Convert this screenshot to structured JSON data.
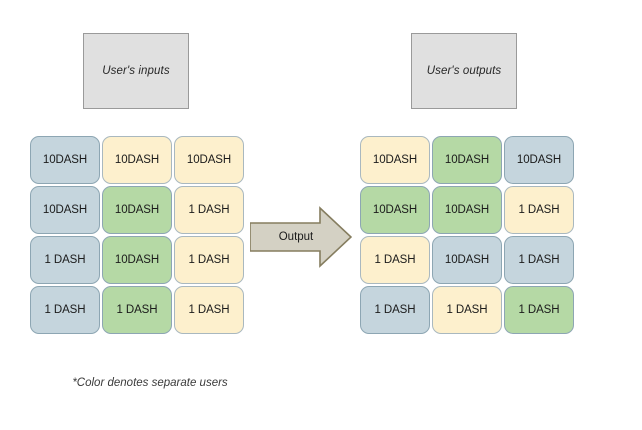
{
  "diagram": {
    "title_boxes": {
      "inputs_label": "User's inputs",
      "outputs_label": "User's outputs"
    },
    "arrow": {
      "label": "Output",
      "fill_color": "#d4d1c4",
      "border_color": "#857d5f",
      "direction": "right"
    },
    "footnote": "*Color denotes separate users",
    "legend_colors": {
      "user_blue": "#c5d5dd",
      "user_green": "#b5d9a5",
      "user_yellow": "#fdf0cd",
      "cell_border": "#8ba3b0",
      "box_fill": "#e0e0e0",
      "box_border": "#9a9a9a"
    },
    "grids": [
      {
        "name": "inputs-grid",
        "rows": 4,
        "cols": 3,
        "cells": [
          {
            "label": "10DASH",
            "color": "blue"
          },
          {
            "label": "10DASH",
            "color": "yellow"
          },
          {
            "label": "10DASH",
            "color": "yellow"
          },
          {
            "label": "10DASH",
            "color": "blue"
          },
          {
            "label": "10DASH",
            "color": "green"
          },
          {
            "label": "1 DASH",
            "color": "yellow"
          },
          {
            "label": "1 DASH",
            "color": "blue"
          },
          {
            "label": "10DASH",
            "color": "green"
          },
          {
            "label": "1 DASH",
            "color": "yellow"
          },
          {
            "label": "1 DASH",
            "color": "blue"
          },
          {
            "label": "1 DASH",
            "color": "green"
          },
          {
            "label": "1 DASH",
            "color": "yellow"
          }
        ]
      },
      {
        "name": "outputs-grid",
        "rows": 4,
        "cols": 3,
        "cells": [
          {
            "label": "10DASH",
            "color": "yellow"
          },
          {
            "label": "10DASH",
            "color": "green"
          },
          {
            "label": "10DASH",
            "color": "blue"
          },
          {
            "label": "10DASH",
            "color": "green"
          },
          {
            "label": "10DASH",
            "color": "green"
          },
          {
            "label": "1 DASH",
            "color": "yellow"
          },
          {
            "label": "1 DASH",
            "color": "yellow"
          },
          {
            "label": "10DASH",
            "color": "blue"
          },
          {
            "label": "1 DASH",
            "color": "blue"
          },
          {
            "label": "1 DASH",
            "color": "blue"
          },
          {
            "label": "1 DASH",
            "color": "yellow"
          },
          {
            "label": "1 DASH",
            "color": "green"
          }
        ]
      }
    ]
  }
}
